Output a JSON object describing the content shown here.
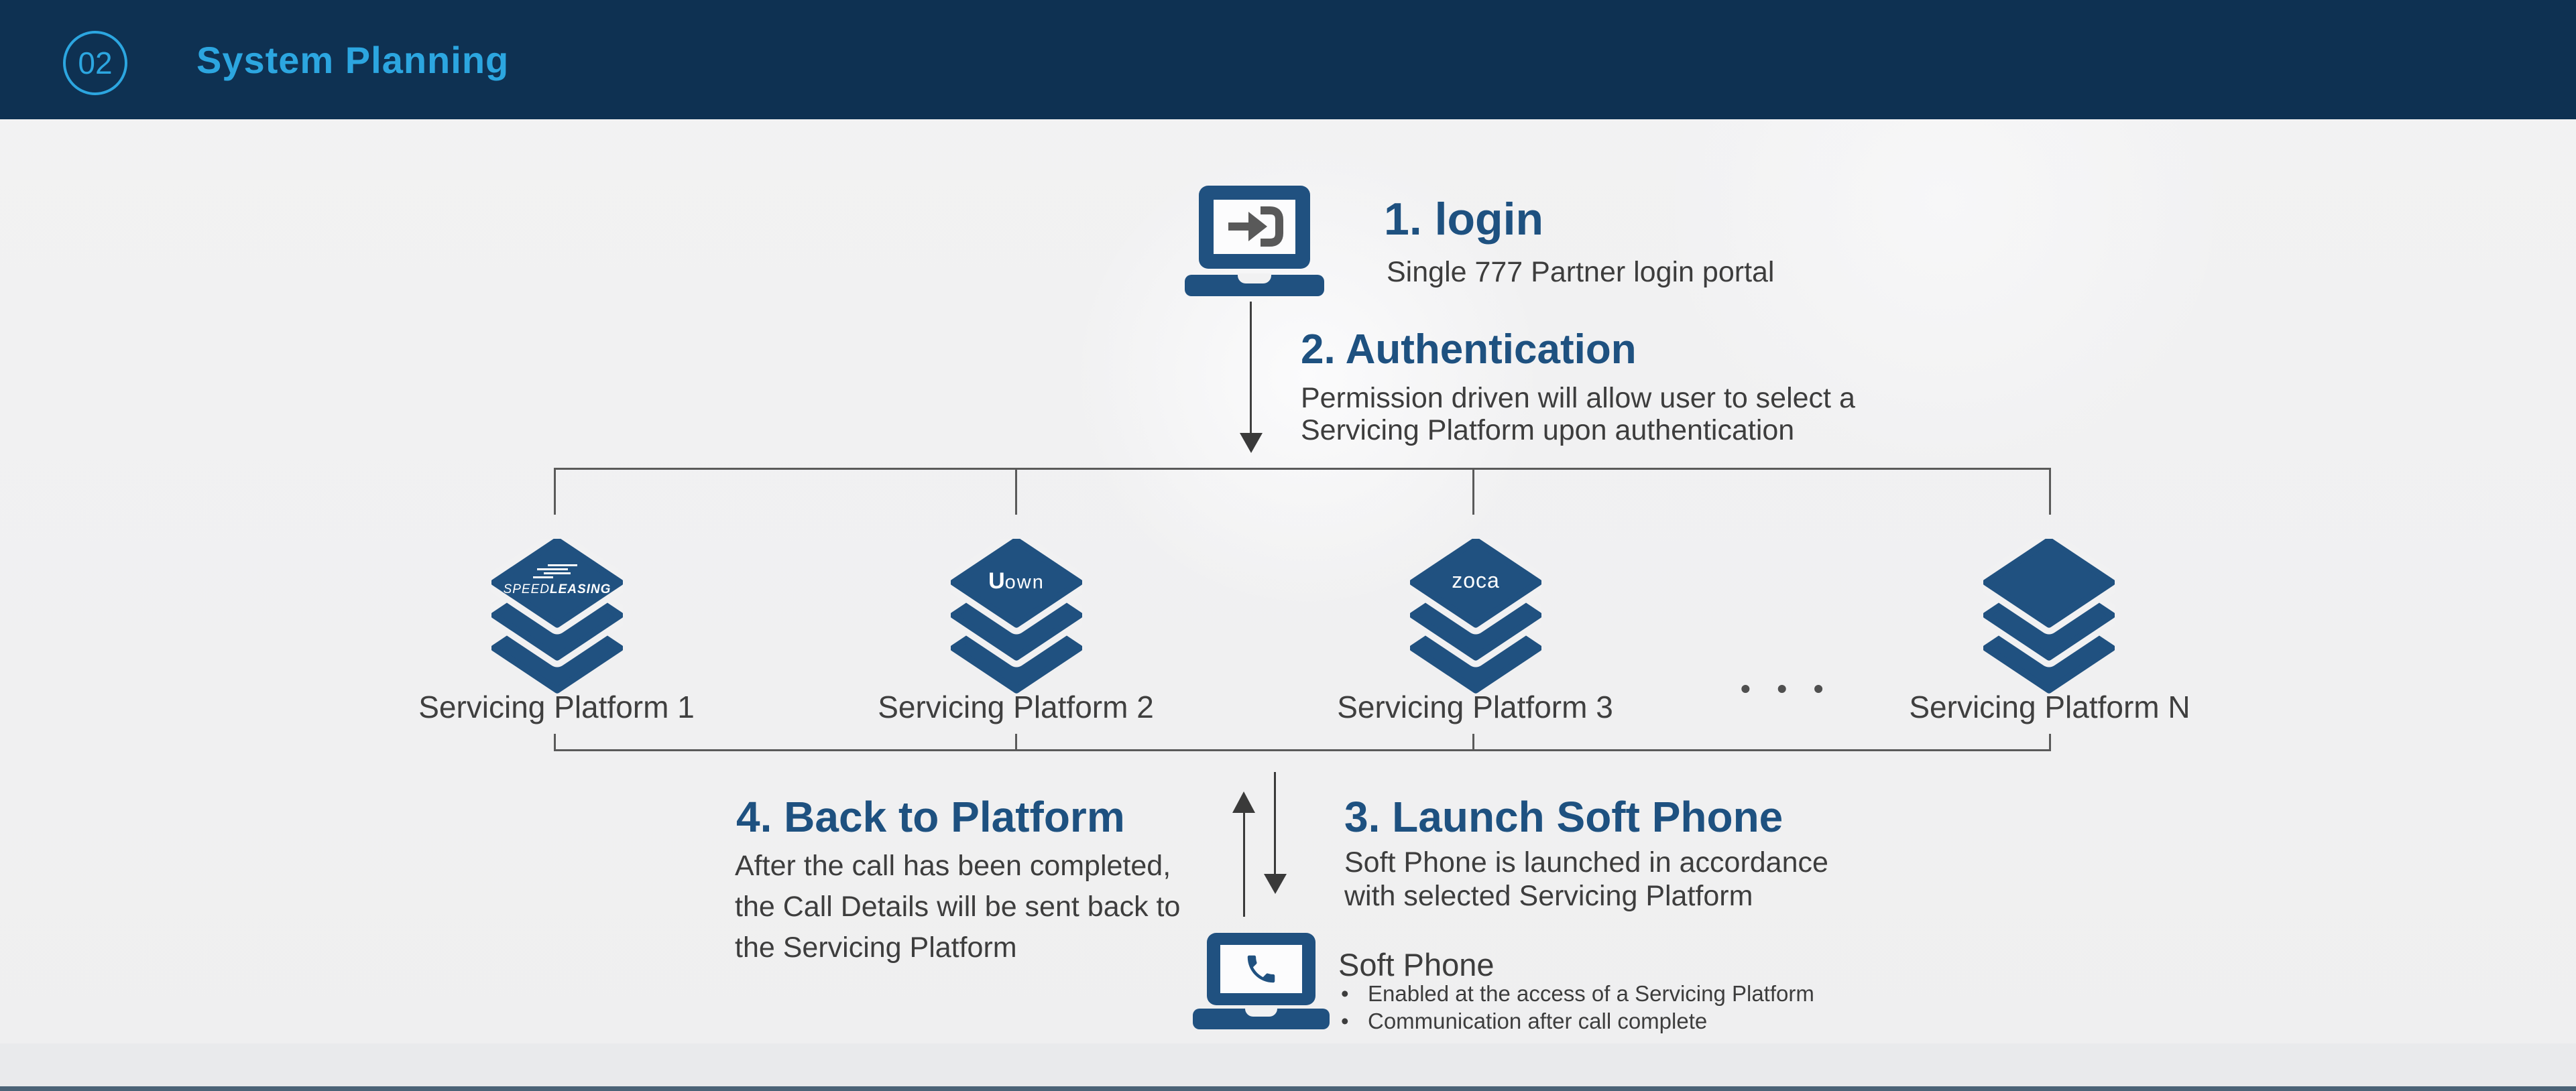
{
  "header": {
    "number": "02",
    "title": "System Planning"
  },
  "steps": {
    "login": {
      "title": "1. login",
      "desc": "Single 777 Partner login portal"
    },
    "authentication": {
      "title": "2. Authentication",
      "desc1": "Permission driven will allow user to select a",
      "desc2": "Servicing Platform upon authentication"
    },
    "launch": {
      "title": "3. Launch Soft Phone",
      "desc1": "Soft Phone is launched in accordance",
      "desc2": "with selected Servicing Platform"
    },
    "back": {
      "title": "4. Back to Platform",
      "desc1": "After the call has been completed,",
      "desc2": "the Call Details will be sent back to",
      "desc3": "the Servicing Platform"
    }
  },
  "platforms": [
    {
      "label": "Servicing Platform 1",
      "logo_prefix": "SPEED",
      "logo_suffix": "LEASING"
    },
    {
      "label": "Servicing Platform 2",
      "logo_u": "U",
      "logo_rest": "own"
    },
    {
      "label": "Servicing Platform 3",
      "logo": "zoca"
    },
    {
      "label": "Servicing Platform N"
    }
  ],
  "ellipsis": "• • •",
  "softphone": {
    "title": "Soft Phone",
    "bullet_char": "•",
    "bullet1": "Enabled at the access of a Servicing Platform",
    "bullet2": "Communication after call complete"
  },
  "colors": {
    "header_bg": "#0e3152",
    "accent": "#2ca6e0",
    "heading": "#1e5180",
    "icon_navy": "#205180",
    "body_text": "#3d3d3d",
    "line": "#5a5a5a"
  }
}
